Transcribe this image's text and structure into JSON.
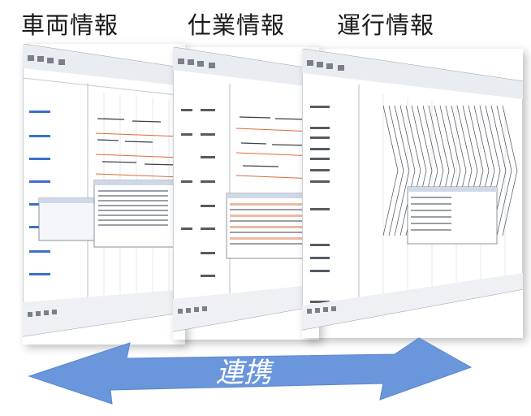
{
  "headings": [
    "車両情報",
    "仕業情報",
    "運行情報"
  ],
  "arrow": {
    "label": "連携",
    "color": "#6a97dc"
  }
}
